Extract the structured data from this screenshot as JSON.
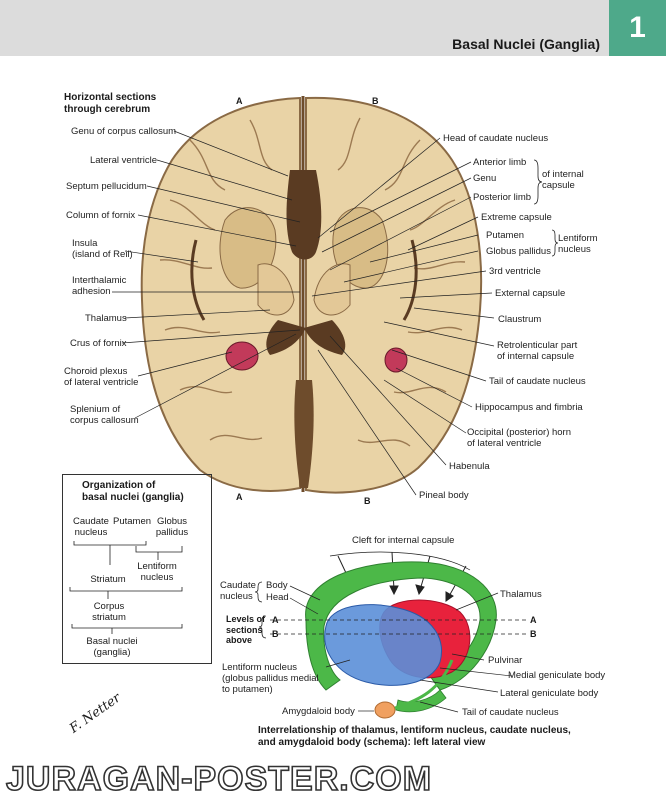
{
  "header": {
    "title": "Basal Nuclei (Ganglia)",
    "chapter": "1"
  },
  "section_title": "Horizontal sections\nthrough cerebrum",
  "section_markers": {
    "a_top": "A",
    "b_top": "B",
    "a_bottom": "A",
    "b_bottom": "B"
  },
  "left_labels": [
    "Genu of corpus callosum",
    "Lateral ventricle",
    "Septum pellucidum",
    "Column of fornix",
    "Insula\n(island of Reil)",
    "Interthalamic\nadhesion",
    "Thalamus",
    "Crus of fornix",
    "Choroid plexus\nof lateral ventricle",
    "Splenium of\ncorpus callosum"
  ],
  "right_labels": {
    "head_caudate": "Head of caudate nucleus",
    "anterior_limb": "Anterior limb",
    "genu": "Genu",
    "posterior_limb": "Posterior limb",
    "internal_capsule": "of internal\ncapsule",
    "extreme_capsule": "Extreme capsule",
    "putamen": "Putamen",
    "globus_pallidus": "Globus pallidus",
    "lentiform_nucleus": "Lentiform\nnucleus",
    "third_ventricle": "3rd ventricle",
    "external_capsule": "External capsule",
    "claustrum": "Claustrum",
    "retrolenticular": "Retrolenticular part\nof internal capsule",
    "tail_caudate": "Tail of caudate nucleus",
    "hippocampus": "Hippocampus and fimbria",
    "occipital_horn": "Occipital (posterior) horn\nof lateral ventricle",
    "habenula": "Habenula",
    "pineal": "Pineal body"
  },
  "organization": {
    "title": "Organization of\nbasal nuclei (ganglia)",
    "caudate": "Caudate\nnucleus",
    "putamen": "Putamen",
    "globus": "Globus\npallidus",
    "lentiform": "Lentiform\nnucleus",
    "striatum": "Striatum",
    "corpus_striatum": "Corpus\nstriatum",
    "basal_nuclei": "Basal nuclei\n(ganglia)"
  },
  "schema": {
    "cleft": "Cleft for internal capsule",
    "caudate_nucleus": "Caudate\nnucleus",
    "body": "Body",
    "head": "Head",
    "thalamus": "Thalamus",
    "levels": "Levels of\nsections\nabove",
    "level_a": "A",
    "level_b": "B",
    "level_a_right": "A",
    "level_b_right": "B",
    "pulvinar": "Pulvinar",
    "medial_geniculate": "Medial geniculate body",
    "lateral_geniculate": "Lateral geniculate body",
    "lentiform": "Lentiform nucleus\n(globus pallidus medial\nto putamen)",
    "amygdaloid": "Amygdaloid body",
    "tail_caudate": "Tail of caudate nucleus",
    "caption": "Interrelationship of thalamus, lentiform nucleus, caudate nucleus, and amygdaloid body (schema): left lateral view"
  },
  "signature": "F. Netter",
  "watermark": "JURAGAN-POSTER.COM",
  "colors": {
    "header_bg": "#dcdcdc",
    "chapter_tab": "#4ea98a",
    "brain_tissue": "#e9d3a6",
    "brain_dark": "#5a3b22",
    "caudate_green": "#4cb848",
    "thalamus_red": "#e8223c",
    "lentiform_blue": "#5b8fd8",
    "amygdala_orange": "#f0a060"
  }
}
